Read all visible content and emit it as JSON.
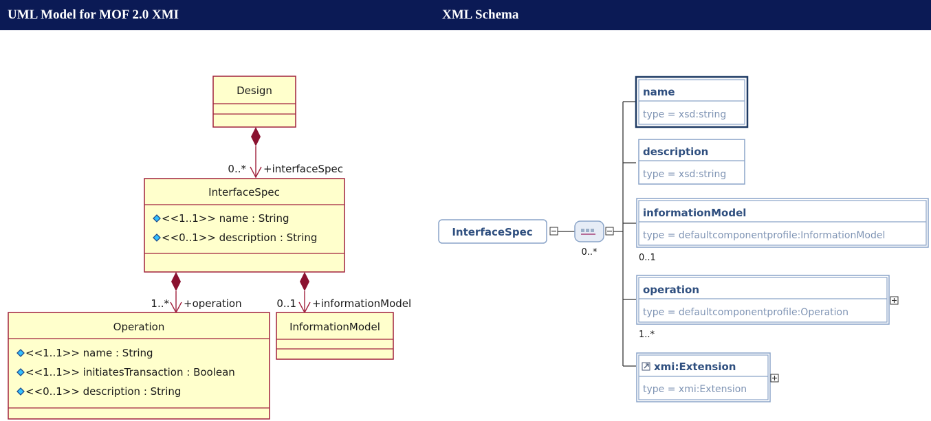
{
  "header": {
    "left_title": "UML Model for MOF 2.0 XMI",
    "right_title": "XML Schema"
  },
  "colors": {
    "header_bg": "#0b1a55",
    "uml_fill": "#ffffcc",
    "uml_border": "#a0203c",
    "xsd_border": "#8aa4c8",
    "xsd_fill": "#ffffff"
  },
  "uml": {
    "design": {
      "name": "Design"
    },
    "interface_spec": {
      "name": "InterfaceSpec",
      "attributes": [
        "<<1..1>> name : String",
        "<<0..1>> description : String"
      ]
    },
    "operation": {
      "name": "Operation",
      "attributes": [
        "<<1..1>> name : String",
        "<<1..1>> initiatesTransaction : Boolean",
        "<<0..1>> description : String"
      ]
    },
    "information_model": {
      "name": "InformationModel"
    },
    "assoc_interface_spec": {
      "multiplicity": "0..*",
      "role": "+interfaceSpec"
    },
    "assoc_operation": {
      "multiplicity": "1..*",
      "role": "+operation"
    },
    "assoc_information_model": {
      "multiplicity": "0..1",
      "role": "+informationModel"
    }
  },
  "xsd": {
    "root": {
      "name": "InterfaceSpec"
    },
    "sequence": {
      "multiplicity": "0..*"
    },
    "elements": [
      {
        "name": "name",
        "type": "type = xsd:string",
        "multiplicity": ""
      },
      {
        "name": "description",
        "type": "type = xsd:string",
        "multiplicity": ""
      },
      {
        "name": "informationModel",
        "type": "type = defaultcomponentprofile:InformationModel",
        "multiplicity": "0..1"
      },
      {
        "name": "operation",
        "type": "type = defaultcomponentprofile:Operation",
        "multiplicity": "1..*"
      },
      {
        "name": "xmi:Extension",
        "type": "type = xmi:Extension",
        "multiplicity": ""
      }
    ]
  }
}
